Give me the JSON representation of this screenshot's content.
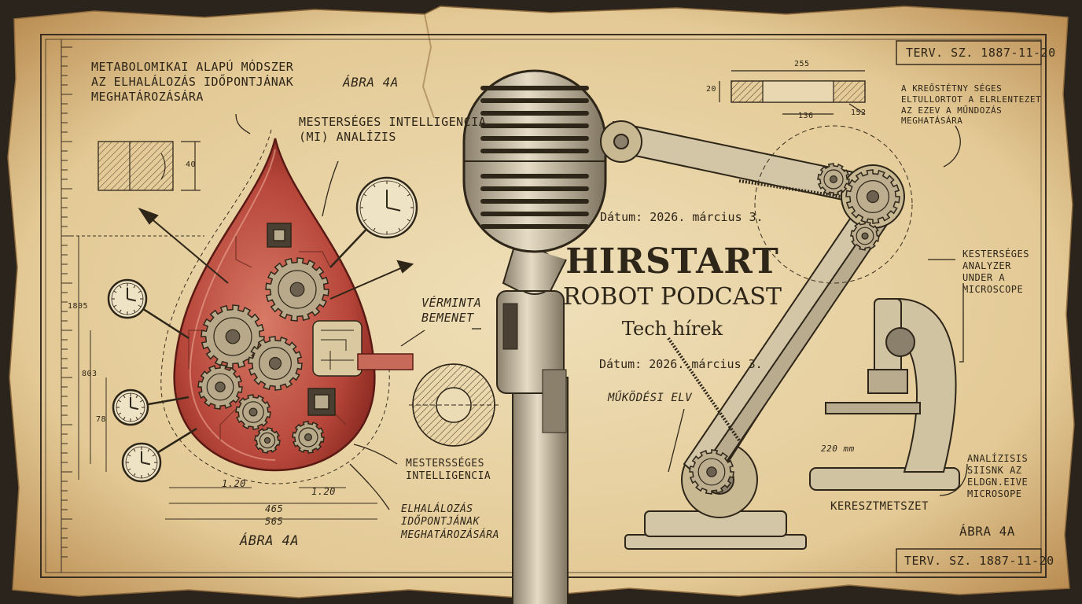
{
  "podcast": {
    "title": "HIRSTART",
    "subtitle": "ROBOT PODCAST",
    "tagline": "Tech hírek",
    "date_top": "Dátum: 2026. március 3.",
    "date_bottom": "Dátum: 2026. március 3."
  },
  "labels": {
    "metabolomic": "METABOLOMIKAI ALAPÚ MÓDSZER\nAZ ELHALÁLOZÁS IDŐPONTJÁNAK\nMEGHATÁROZÁSÁRA",
    "figure_top": "ÁBRA 4A",
    "ai_analysis": "MESTERSÉGES INTELLIGENCIA\n(MI) ANALÍZIS",
    "blood_input": "VÉRMINTA\nBEMENET",
    "ai_bottom": "MESTERSSÉGES\nINTELLIGENCIA",
    "death_time": "ELHALÁLOZÁS\nIDŐPONTJÁNAK\nMEGHATÁROZÁSÁRA",
    "figure_bottom_left": "ÁBRA 4A",
    "working_principle": "MŰKÖDÉSI ELV",
    "cross_section": "KERESZTMETSZET",
    "figure_bottom_right": "ÁBRA 4A",
    "ref_top": "TERV. SZ. 1887-11-20",
    "ref_bottom": "TERV. SZ. 1887-11-20",
    "note_right_top": "A KREŐSTÉTNY SÉGES\nELTULLORTOT A ELRLENTEZET\nAZ EZEV A MŰNDOZÁS\nMEGHATÁSÁRA",
    "note_right_mid": "KESTERSÉGES\nANALYZER\nUNDER A\nMICROSCOPE",
    "note_right_bottom": "ANALÍZISIS\nSIISNK AZ\nELDGN.EIVE\nMICROSOPE"
  },
  "dimensions": {
    "d_255": "255",
    "d_20": "20",
    "d_136": "136",
    "d_152": "152",
    "d_40": "40",
    "d_1805": "1805",
    "d_803": "803",
    "d_78": "78",
    "d_120a": "1.20",
    "d_120b": "1.20",
    "d_465": "465",
    "d_565": "565",
    "d_220mm": "220 mm"
  },
  "colors": {
    "paper": "#e9d6ad",
    "paper_edge": "#c69f62",
    "ink": "#2e2619",
    "blood": "#a8322a",
    "blood_light": "#c85b4c",
    "metal": "#b9ab8e"
  }
}
